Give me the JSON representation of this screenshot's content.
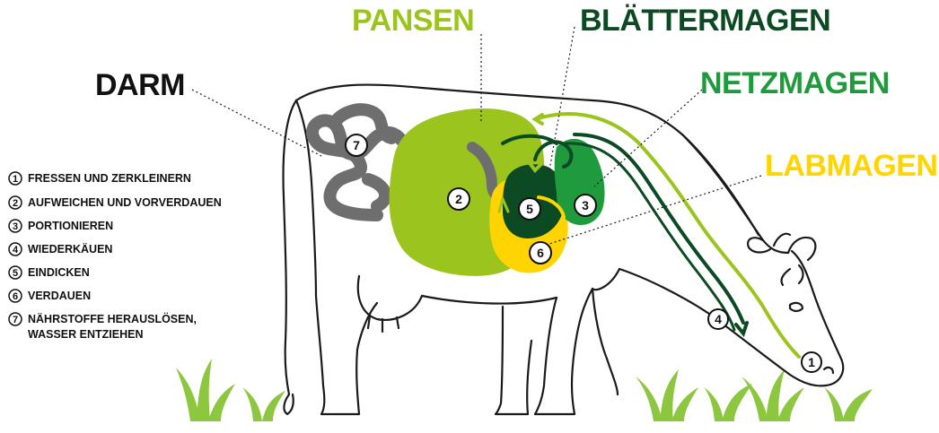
{
  "labels": {
    "darm": "DARM",
    "pansen": "PANSEN",
    "blaettermagen": "BLÄTTERMAGEN",
    "netzmagen": "NETZMAGEN",
    "labmagen": "LABMAGEN"
  },
  "colors": {
    "darm": "#111111",
    "pansen": "#9cc41e",
    "blaettermagen": "#0b4a22",
    "netzmagen": "#1f9a3c",
    "labmagen": "#ffd400",
    "intestine": "#6e6e6e",
    "grass": "#8dc63f",
    "outline": "#1a1a1a"
  },
  "legend": [
    {
      "num": "1",
      "text": "FRESSEN UND ZERKLEINERN"
    },
    {
      "num": "2",
      "text": "AUFWEICHEN UND VORVERDAUEN"
    },
    {
      "num": "3",
      "text": "PORTIONIEREN"
    },
    {
      "num": "4",
      "text": "WIEDERKÄUEN"
    },
    {
      "num": "5",
      "text": "EINDICKEN"
    },
    {
      "num": "6",
      "text": "VERDAUEN"
    },
    {
      "num": "7",
      "text": "NÄHRSTOFFE HERAUSLÖSEN,",
      "text2": "WASSER ENTZIEHEN"
    }
  ],
  "markers": {
    "m1": "1",
    "m2": "2",
    "m3": "3",
    "m4": "4",
    "m5": "5",
    "m6": "6",
    "m7": "7"
  }
}
